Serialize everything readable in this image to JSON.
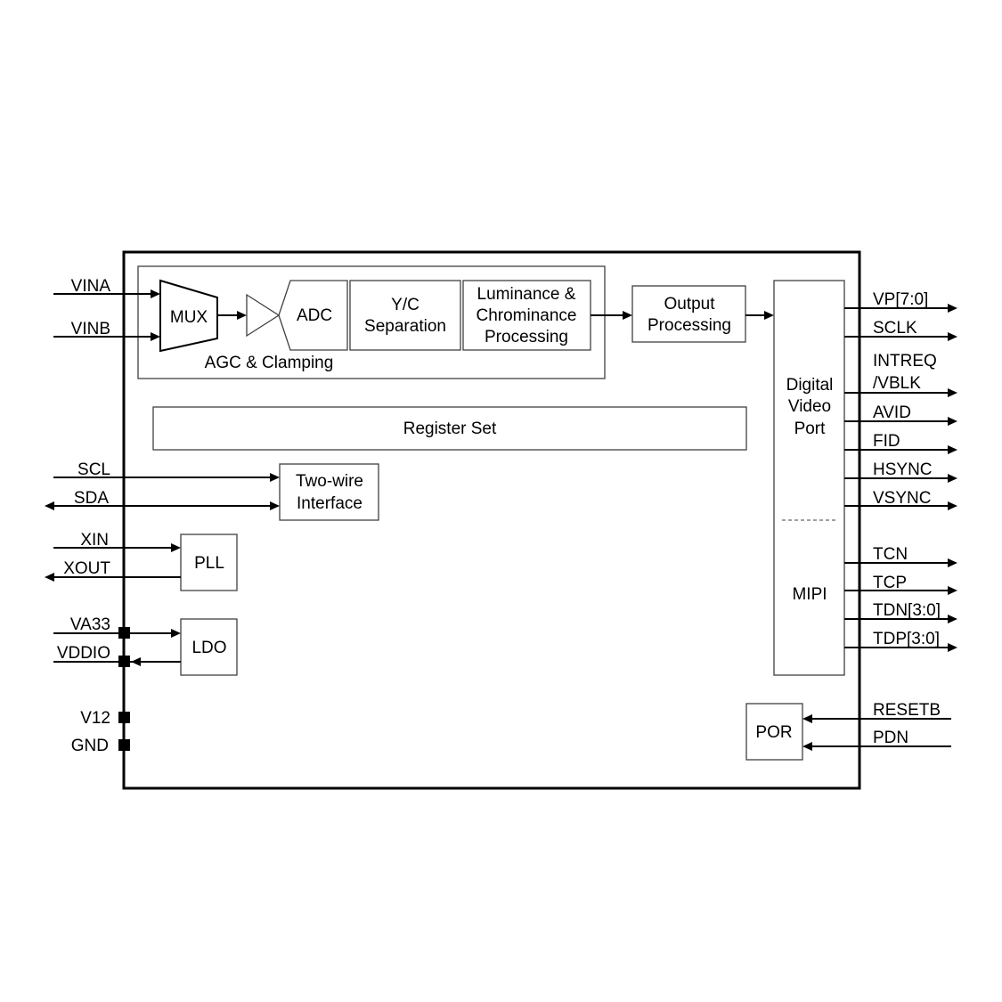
{
  "diagram": {
    "blocks": {
      "mux": "MUX",
      "adc": "ADC",
      "agc": "AGC & Clamping",
      "yc": [
        "Y/C",
        "Separation"
      ],
      "lum": [
        "Luminance &",
        "Chrominance",
        "Processing"
      ],
      "output": [
        "Output",
        "Processing"
      ],
      "dvp": [
        "Digital",
        "Video",
        "Port"
      ],
      "mipi": "MIPI",
      "register": "Register Set",
      "twowire": [
        "Two-wire",
        "Interface"
      ],
      "pll": "PLL",
      "ldo": "LDO",
      "por": "POR"
    },
    "left_pins": {
      "vina": "VINA",
      "vinb": "VINB",
      "scl": "SCL",
      "sda": "SDA",
      "xin": "XIN",
      "xout": "XOUT",
      "va33": "VA33",
      "vddio": "VDDIO",
      "v12": "V12",
      "gnd": "GND"
    },
    "right_pins": {
      "vp": "VP[7:0]",
      "sclk": "SCLK",
      "intreq": [
        "INTREQ",
        "/VBLK"
      ],
      "avid": "AVID",
      "fid": "FID",
      "hsync": "HSYNC",
      "vsync": "VSYNC",
      "tcn": "TCN",
      "tcp": "TCP",
      "tdn": "TDN[3:0]",
      "tdp": "TDP[3:0]",
      "resetb": "RESETB",
      "pdn": "PDN"
    }
  }
}
